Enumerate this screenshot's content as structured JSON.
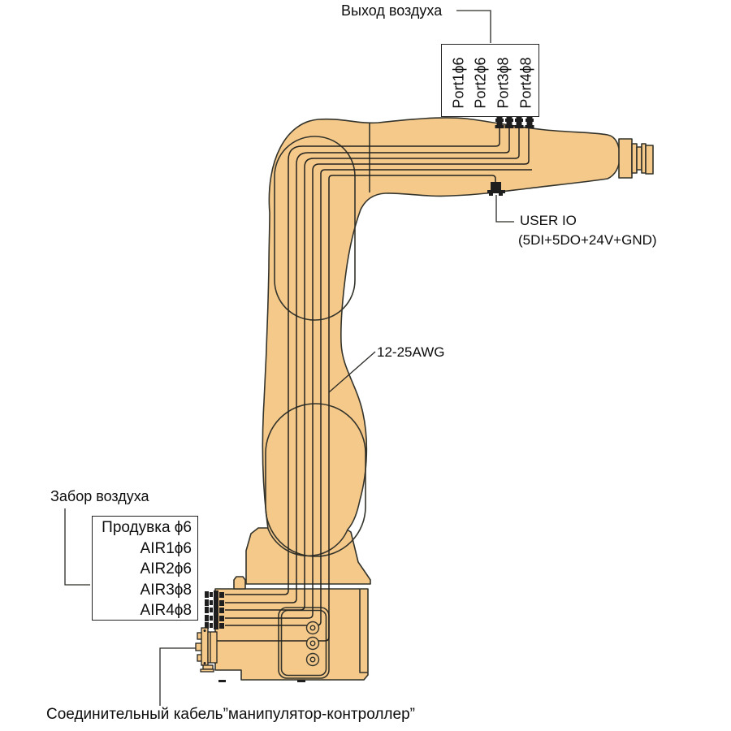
{
  "diagram": {
    "title_top": "Выход воздуха",
    "ports": [
      "Port1ϕ6",
      "Port2ϕ6",
      "Port3ϕ8",
      "Port4ϕ8"
    ],
    "user_io": {
      "line1": "USER IO",
      "line2": "(5DI+5DO+24V+GND)"
    },
    "wire_gauge": "12-25AWG",
    "air_intake": {
      "label": "Забор воздуха",
      "items": [
        "Продувка ϕ6",
        "AIR1ϕ6",
        "AIR2ϕ6",
        "AIR3ϕ8",
        "AIR4ϕ8"
      ]
    },
    "bottom_cable": "Соединительный кабель”манипулятор-контроллер”",
    "colors": {
      "body": "#f5c98a",
      "outline": "#33332b",
      "text": "#0d0d0d"
    }
  }
}
